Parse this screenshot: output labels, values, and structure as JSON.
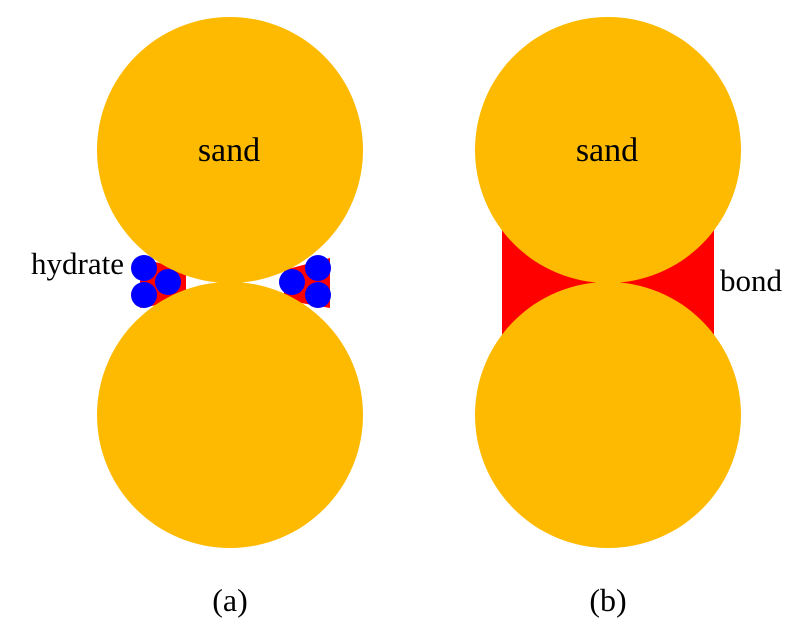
{
  "colors": {
    "sand": "#FDBA00",
    "bond": "#FF0000",
    "hydrate": "#0000FF",
    "background": "#FFFFFF"
  },
  "panel_a": {
    "particle_label": "sand",
    "side_label": "hydrate",
    "caption": "(a)"
  },
  "panel_b": {
    "particle_label": "sand",
    "side_label": "bond",
    "caption": "(b)"
  }
}
